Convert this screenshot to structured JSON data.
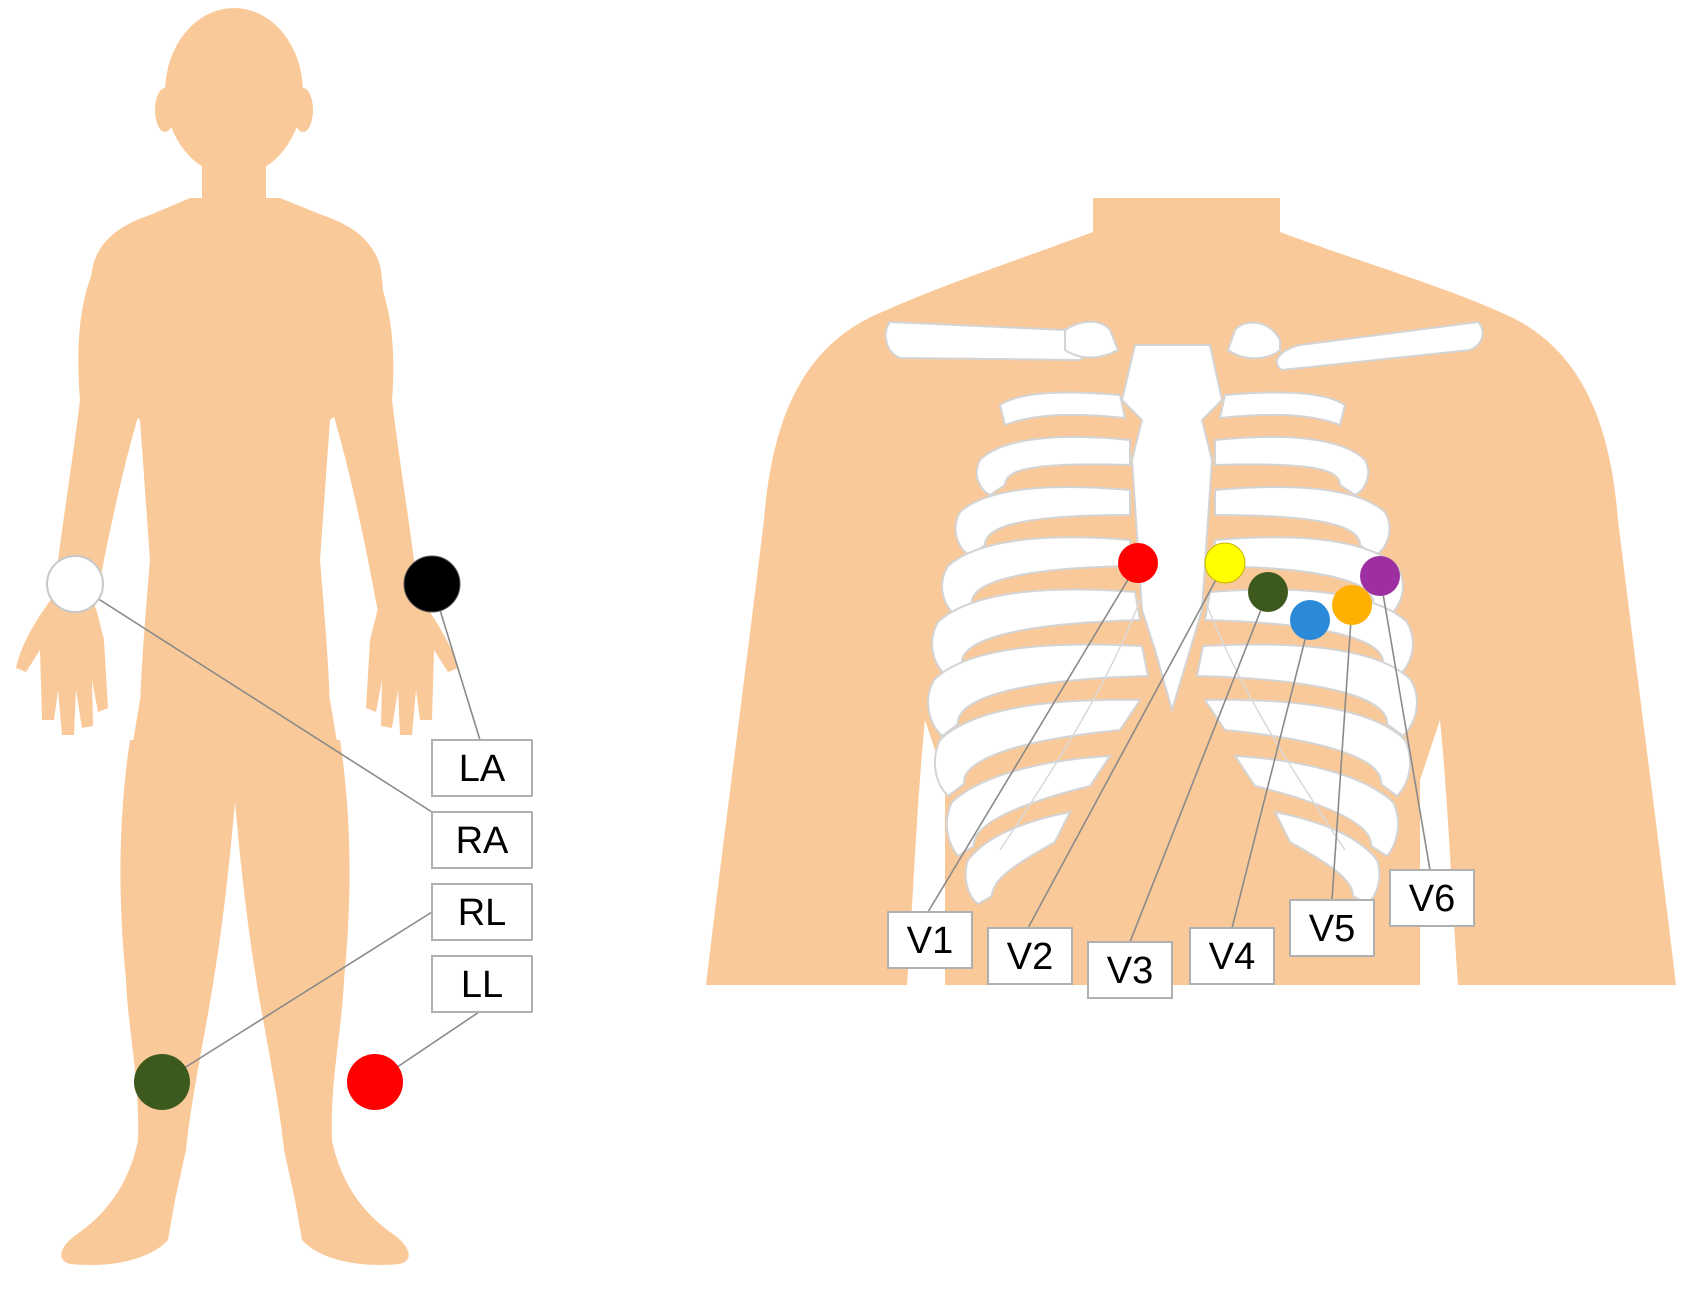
{
  "colors": {
    "skin": "#fac99a",
    "bone": "#ffffff",
    "label_border": "#b0b0b0",
    "leader": "#8a8a8a"
  },
  "limb_leads": [
    {
      "id": "LA",
      "label": "LA",
      "color": "#000000"
    },
    {
      "id": "RA",
      "label": "RA",
      "color": "#ffffff"
    },
    {
      "id": "RL",
      "label": "RL",
      "color": "#3d5a1e"
    },
    {
      "id": "LL",
      "label": "LL",
      "color": "#ff0000"
    }
  ],
  "chest_leads": [
    {
      "id": "V1",
      "label": "V1",
      "color": "#ff0000"
    },
    {
      "id": "V2",
      "label": "V2",
      "color": "#ffff00"
    },
    {
      "id": "V3",
      "label": "V3",
      "color": "#3d5a1e"
    },
    {
      "id": "V4",
      "label": "V4",
      "color": "#2a8ad8"
    },
    {
      "id": "V5",
      "label": "V5",
      "color": "#ffb000"
    },
    {
      "id": "V6",
      "label": "V6",
      "color": "#9e2fa0"
    }
  ]
}
